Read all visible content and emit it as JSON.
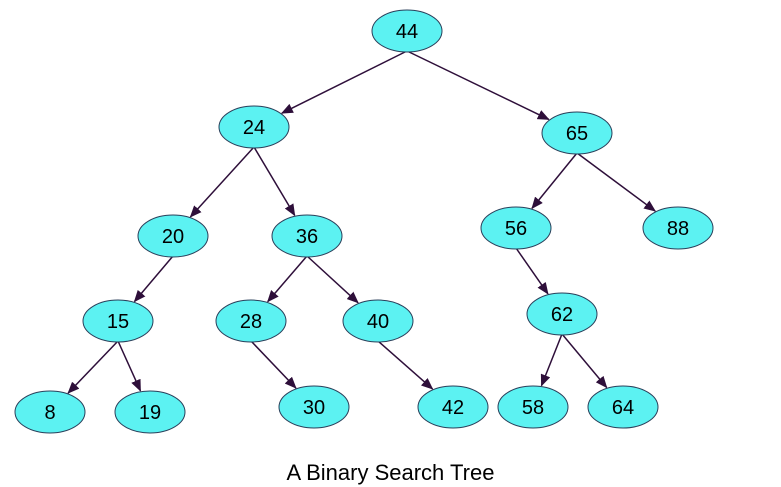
{
  "diagram": {
    "caption": "A Binary Search Tree",
    "colors": {
      "node_fill": "#5cf2f2",
      "node_stroke": "#2a3f5a",
      "edge": "#2e0f3a"
    },
    "nodes": [
      {
        "id": "44",
        "label": "44"
      },
      {
        "id": "24",
        "label": "24"
      },
      {
        "id": "65",
        "label": "65"
      },
      {
        "id": "20",
        "label": "20"
      },
      {
        "id": "36",
        "label": "36"
      },
      {
        "id": "56",
        "label": "56"
      },
      {
        "id": "88",
        "label": "88"
      },
      {
        "id": "15",
        "label": "15"
      },
      {
        "id": "28",
        "label": "28"
      },
      {
        "id": "40",
        "label": "40"
      },
      {
        "id": "62",
        "label": "62"
      },
      {
        "id": "8",
        "label": "8"
      },
      {
        "id": "19",
        "label": "19"
      },
      {
        "id": "30",
        "label": "30"
      },
      {
        "id": "42",
        "label": "42"
      },
      {
        "id": "58",
        "label": "58"
      },
      {
        "id": "64",
        "label": "64"
      }
    ],
    "edges": [
      [
        "44",
        "24"
      ],
      [
        "44",
        "65"
      ],
      [
        "24",
        "20"
      ],
      [
        "24",
        "36"
      ],
      [
        "65",
        "56"
      ],
      [
        "65",
        "88"
      ],
      [
        "20",
        "15"
      ],
      [
        "36",
        "28"
      ],
      [
        "36",
        "40"
      ],
      [
        "56",
        "62"
      ],
      [
        "15",
        "8"
      ],
      [
        "15",
        "19"
      ],
      [
        "28",
        "30"
      ],
      [
        "40",
        "42"
      ],
      [
        "62",
        "58"
      ],
      [
        "62",
        "64"
      ]
    ]
  }
}
